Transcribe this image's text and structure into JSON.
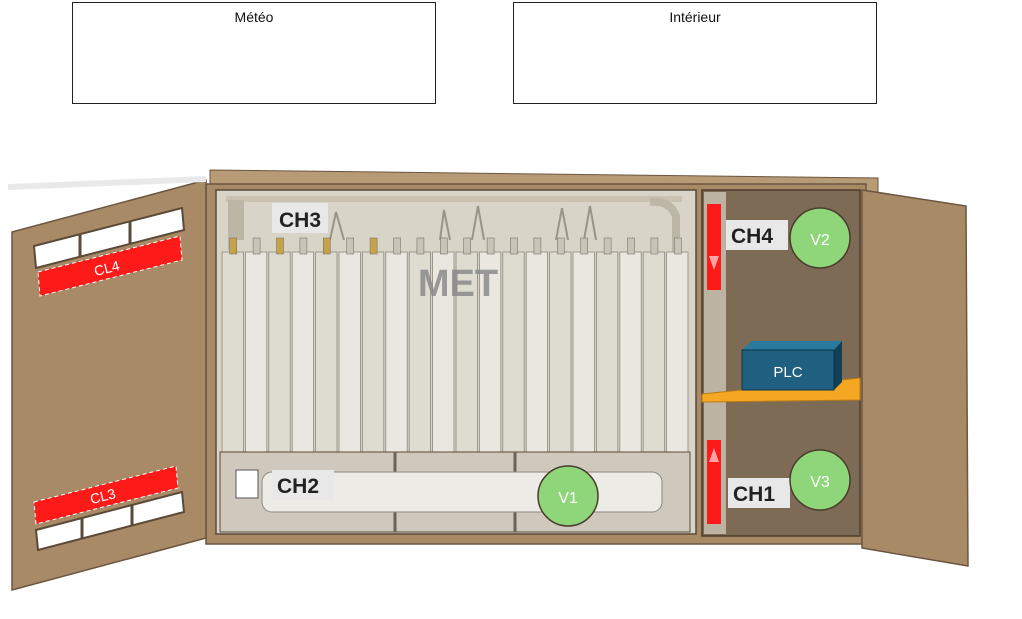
{
  "panels": {
    "meteo": "Météo",
    "interieur": "Intérieur"
  },
  "labels": {
    "met": "MET",
    "ch1": "CH1",
    "ch2": "CH2",
    "ch3": "CH3",
    "ch4": "CH4",
    "plc": "PLC",
    "v1": "V1",
    "v2": "V2",
    "v3": "V3",
    "cl3": "CL3",
    "cl4": "CL4"
  },
  "colors": {
    "wood": "#a88a66",
    "wood_dark": "#8c7152",
    "inner": "#7d6b55",
    "fan": "#8fd67a",
    "heater": "#ff1a1a",
    "plc_box": "#1f5f7f",
    "shelf": "#f5a623",
    "label_bg": "#e8e8e8"
  }
}
